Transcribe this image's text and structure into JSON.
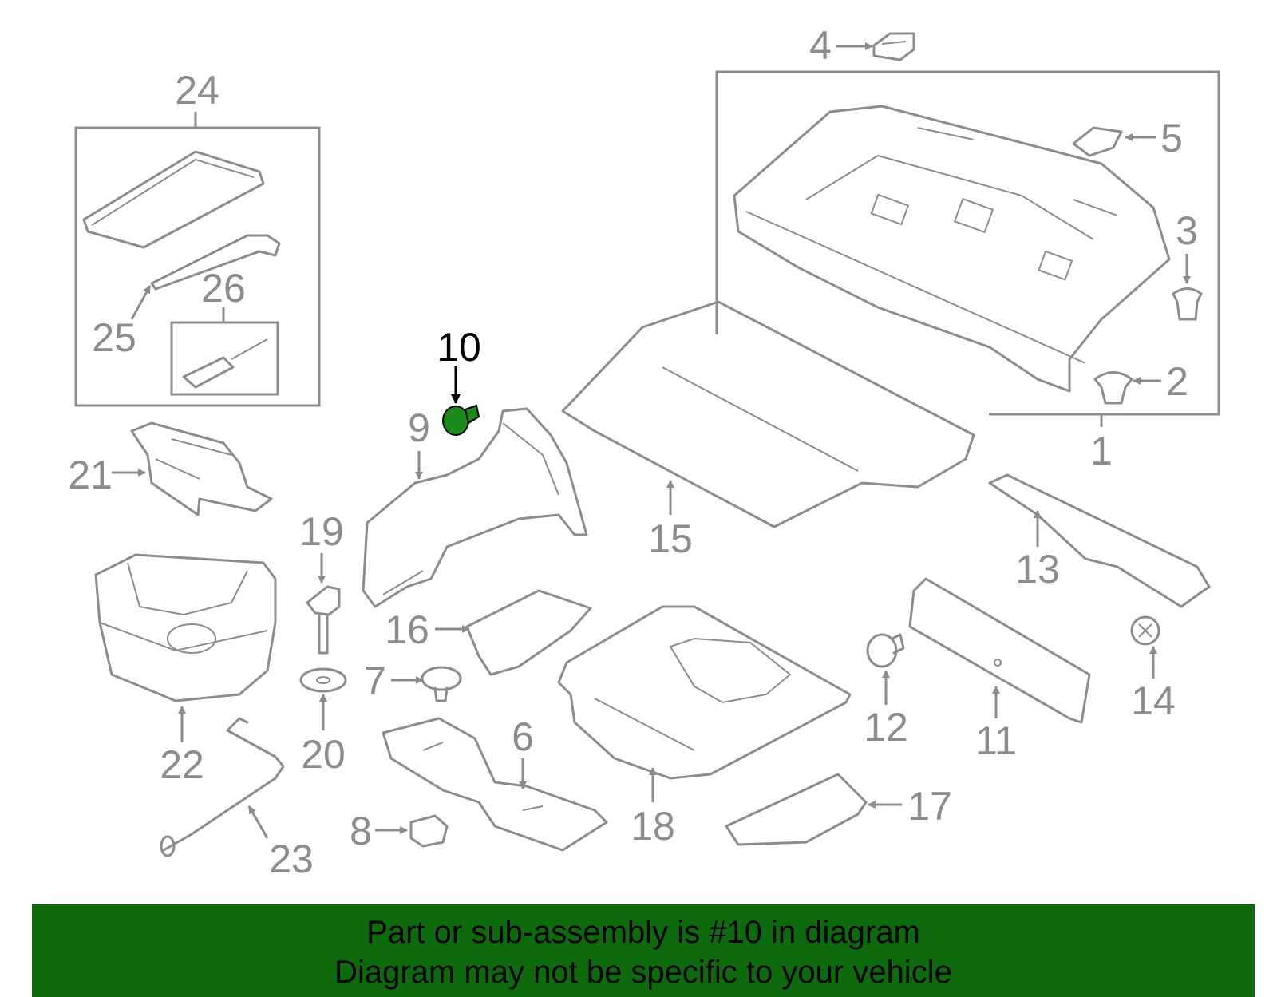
{
  "colors": {
    "part_stroke": "#8c8c8c",
    "highlight": "#1a8a1a",
    "banner": "#0d6b0d",
    "banner_text": "#000000",
    "label": "#8c8c8c",
    "highlight_label": "#000000"
  },
  "callouts": {
    "c1": "1",
    "c2": "2",
    "c3": "3",
    "c4": "4",
    "c5": "5",
    "c6": "6",
    "c7": "7",
    "c8": "8",
    "c9": "9",
    "c10": "10",
    "c11": "11",
    "c12": "12",
    "c13": "13",
    "c14": "14",
    "c15": "15",
    "c16": "16",
    "c17": "17",
    "c18": "18",
    "c19": "19",
    "c20": "20",
    "c21": "21",
    "c22": "22",
    "c23": "23",
    "c24": "24",
    "c25": "25",
    "c26": "26"
  },
  "banner": {
    "line1": "Part or sub-assembly is #10 in diagram",
    "line2": "Diagram may not be specific to your vehicle"
  }
}
